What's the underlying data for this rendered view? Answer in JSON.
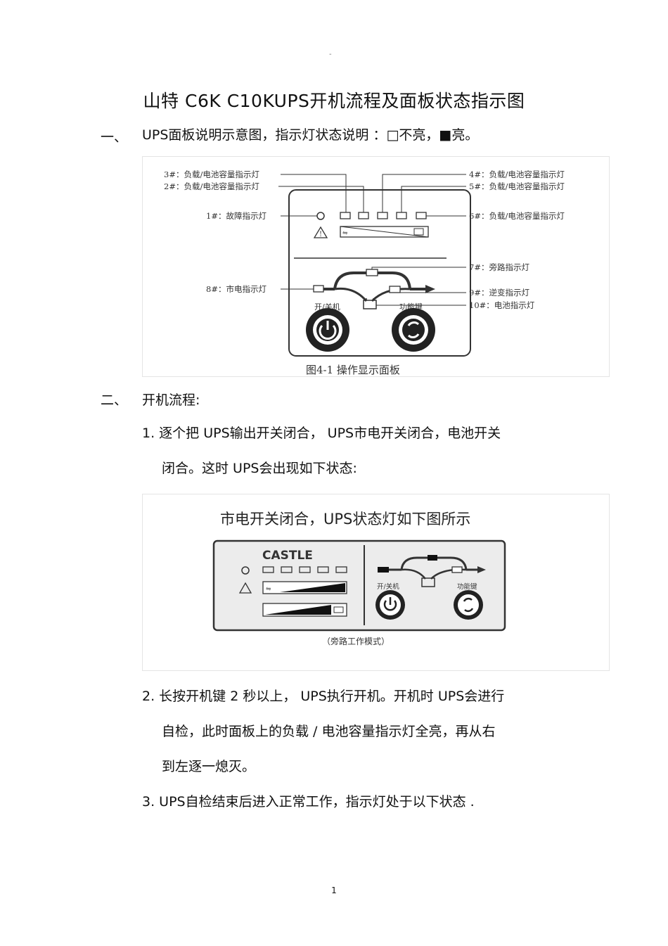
{
  "header_mark": "-",
  "title": "山特 C6K   C10KUPS开机流程及面板状态指示图",
  "section1": {
    "number": "一、",
    "text": "UPS面板说明示意图，指示灯状态说明 ：□不亮，■亮。"
  },
  "figure1": {
    "labels": {
      "l3": "3#：负载/电池容量指示灯",
      "l2": "2#：负载/电池容量指示灯",
      "l1": "1#：故障指示灯",
      "l8": "8#：市电指示灯",
      "l4": "4#：负载/电池容量指示灯",
      "l5": "5#：负载/电池容量指示灯",
      "l6": "6#：负载/电池容量指示灯",
      "l7": "7#：旁路指示灯",
      "l9": "9#：逆变指示灯",
      "l10": "10#：电池指示灯"
    },
    "power_label": "开/关机",
    "function_label": "功能键",
    "caption": "图4-1   操作显示面板"
  },
  "section2": {
    "number": "二、",
    "heading": "开机流程:"
  },
  "steps": [
    {
      "line1": "1. 逐个把  UPS输出开关闭合，  UPS市电开关闭合，电池开关",
      "line2": "闭合。这时  UPS会出现如下状态:"
    },
    {
      "line1": "2. 长按开机键  2 秒以上，  UPS执行开机。开机时   UPS会进行",
      "line2": "自检，此时面板上的负载  / 电池容量指示灯全亮，再从右",
      "line3": "到左逐一熄灭。"
    },
    {
      "line1": "3. UPS自检结束后进入正常工作，指示灯处于以下状态      ."
    }
  ],
  "figure2": {
    "heading": "市电开关闭合，UPS状态灯如下图所示",
    "brand": "CASTLE",
    "power_label": "开/关机",
    "function_label": "功能键",
    "caption": "（旁路工作模式）"
  },
  "page_number": "1",
  "colors": {
    "text": "#111111",
    "line": "#333333"
  }
}
